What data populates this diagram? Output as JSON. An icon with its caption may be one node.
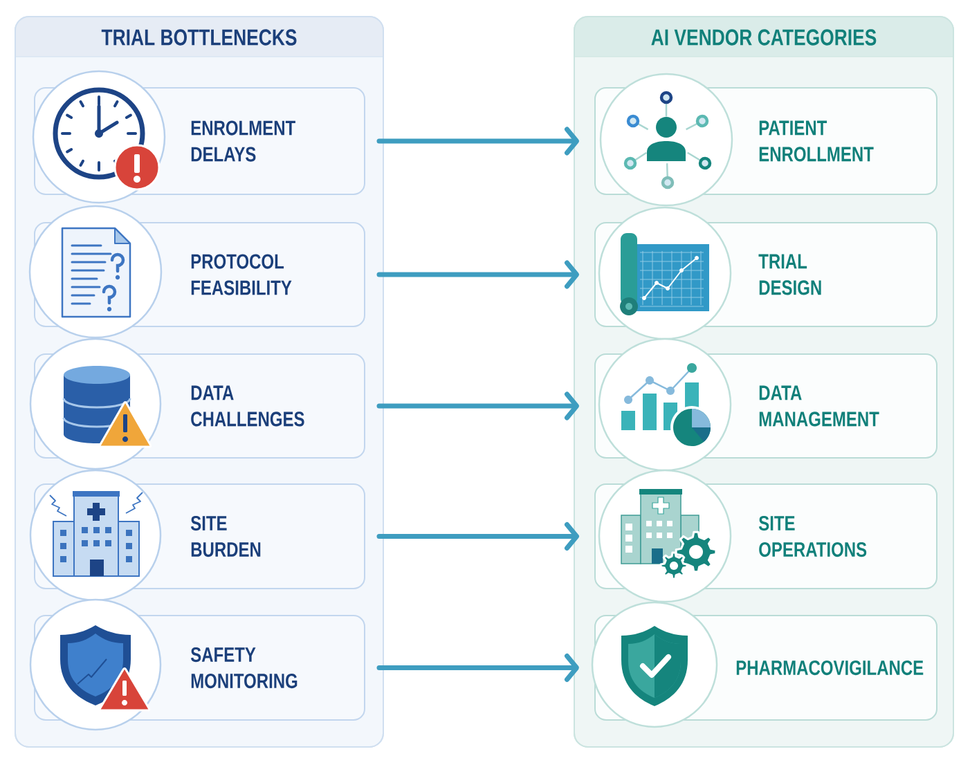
{
  "diagram": {
    "nodes": [
      {
        "text": [
          "TRIAL BOTTLENECKS"
        ]
      },
      {
        "text": [
          "ENROLMENT DELAYS"
        ],
        "in": 0
      },
      {
        "text": [
          "PROTOCOL FEASIBILITY"
        ],
        "in": 0
      },
      {
        "text": [
          "DATA CHALLENGES"
        ],
        "in": 0
      },
      {
        "text": [
          "SITE BURDEN"
        ],
        "in": 0
      },
      {
        "text": [
          "SAFETY MONITORING"
        ],
        "in": 0
      },
      {
        "text": [
          "AI VENDOR CATEGORIES"
        ]
      },
      {
        "text": [
          "PATIENT ENROLLMENT"
        ],
        "in": 6
      },
      {
        "text": [
          "TRIAL DESIGN"
        ],
        "in": 6
      },
      {
        "text": [
          "DATA MANAGEMENT"
        ],
        "in": 6
      },
      {
        "text": [
          "SITE OPERATIONS"
        ],
        "in": 6
      },
      {
        "text": [
          "PHARMACOVIGILANCE"
        ],
        "in": 6
      }
    ],
    "edges": [
      {
        "from": 1,
        "to": 7,
        "arrow": "to"
      },
      {
        "from": 2,
        "to": 8,
        "arrow": "to"
      },
      {
        "from": 3,
        "to": 9,
        "arrow": "to"
      },
      {
        "from": 4,
        "to": 10,
        "arrow": "to"
      },
      {
        "from": 5,
        "to": 11,
        "arrow": "to"
      }
    ]
  }
}
